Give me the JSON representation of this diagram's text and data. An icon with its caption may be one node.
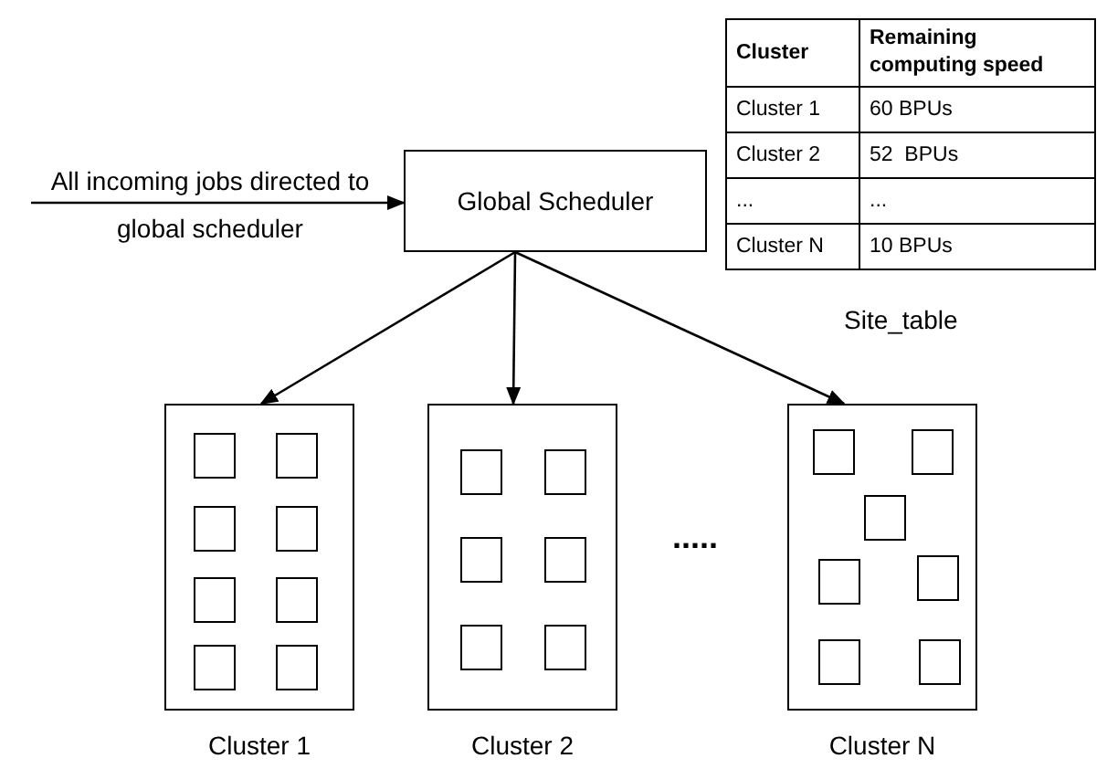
{
  "diagram": {
    "nodes": [
      {
        "text": [
          "Global Scheduler"
        ]
      },
      {
        "text": [],
        "shape": "box",
        "beside": [
          "Cluster 1"
        ]
      },
      {
        "text": [],
        "shape": "box",
        "in": 1
      },
      {
        "text": [],
        "shape": "box",
        "in": 1
      },
      {
        "text": [],
        "shape": "box",
        "in": 1
      },
      {
        "text": [],
        "shape": "box",
        "in": 1
      },
      {
        "text": [],
        "shape": "box",
        "in": 1
      },
      {
        "text": [],
        "shape": "box",
        "in": 1
      },
      {
        "text": [],
        "shape": "box",
        "in": 1
      },
      {
        "text": [],
        "shape": "box",
        "in": 1
      },
      {
        "text": [],
        "shape": "box",
        "beside": [
          "Cluster 2"
        ]
      },
      {
        "text": [],
        "shape": "box",
        "in": 10
      },
      {
        "text": [],
        "shape": "box",
        "in": 10
      },
      {
        "text": [],
        "shape": "box",
        "in": 10
      },
      {
        "text": [],
        "shape": "box",
        "in": 10
      },
      {
        "text": [],
        "shape": "box",
        "in": 10
      },
      {
        "text": [],
        "shape": "box",
        "in": 10
      },
      {
        "text": [],
        "shape": "box",
        "beside": [
          "Cluster N"
        ]
      },
      {
        "text": [],
        "shape": "box",
        "in": 17
      },
      {
        "text": [],
        "shape": "box",
        "in": 17
      },
      {
        "text": [],
        "shape": "box",
        "in": 17
      },
      {
        "text": [],
        "shape": "box",
        "in": 17
      },
      {
        "text": [],
        "shape": "box",
        "in": 17
      },
      {
        "text": [],
        "shape": "box",
        "in": 17
      },
      {
        "text": [],
        "shape": "box",
        "in": 17
      }
    ],
    "edges": [
      {
        "from": null,
        "to": 0,
        "arrow": "to",
        "label": "All incoming jobs directed to global scheduler"
      },
      {
        "from": 0,
        "to": 1,
        "arrow": "to"
      },
      {
        "from": 0,
        "to": 10,
        "arrow": "to"
      },
      {
        "from": 0,
        "to": 17,
        "arrow": "to"
      }
    ],
    "labels": [
      "Cluster",
      "Remaining computing speed",
      "Cluster 1",
      "60 BPUs",
      "Cluster 2",
      "52  BPUs",
      "...",
      "...",
      "Cluster N",
      "10 BPUs",
      "Site_table",
      "....."
    ]
  }
}
